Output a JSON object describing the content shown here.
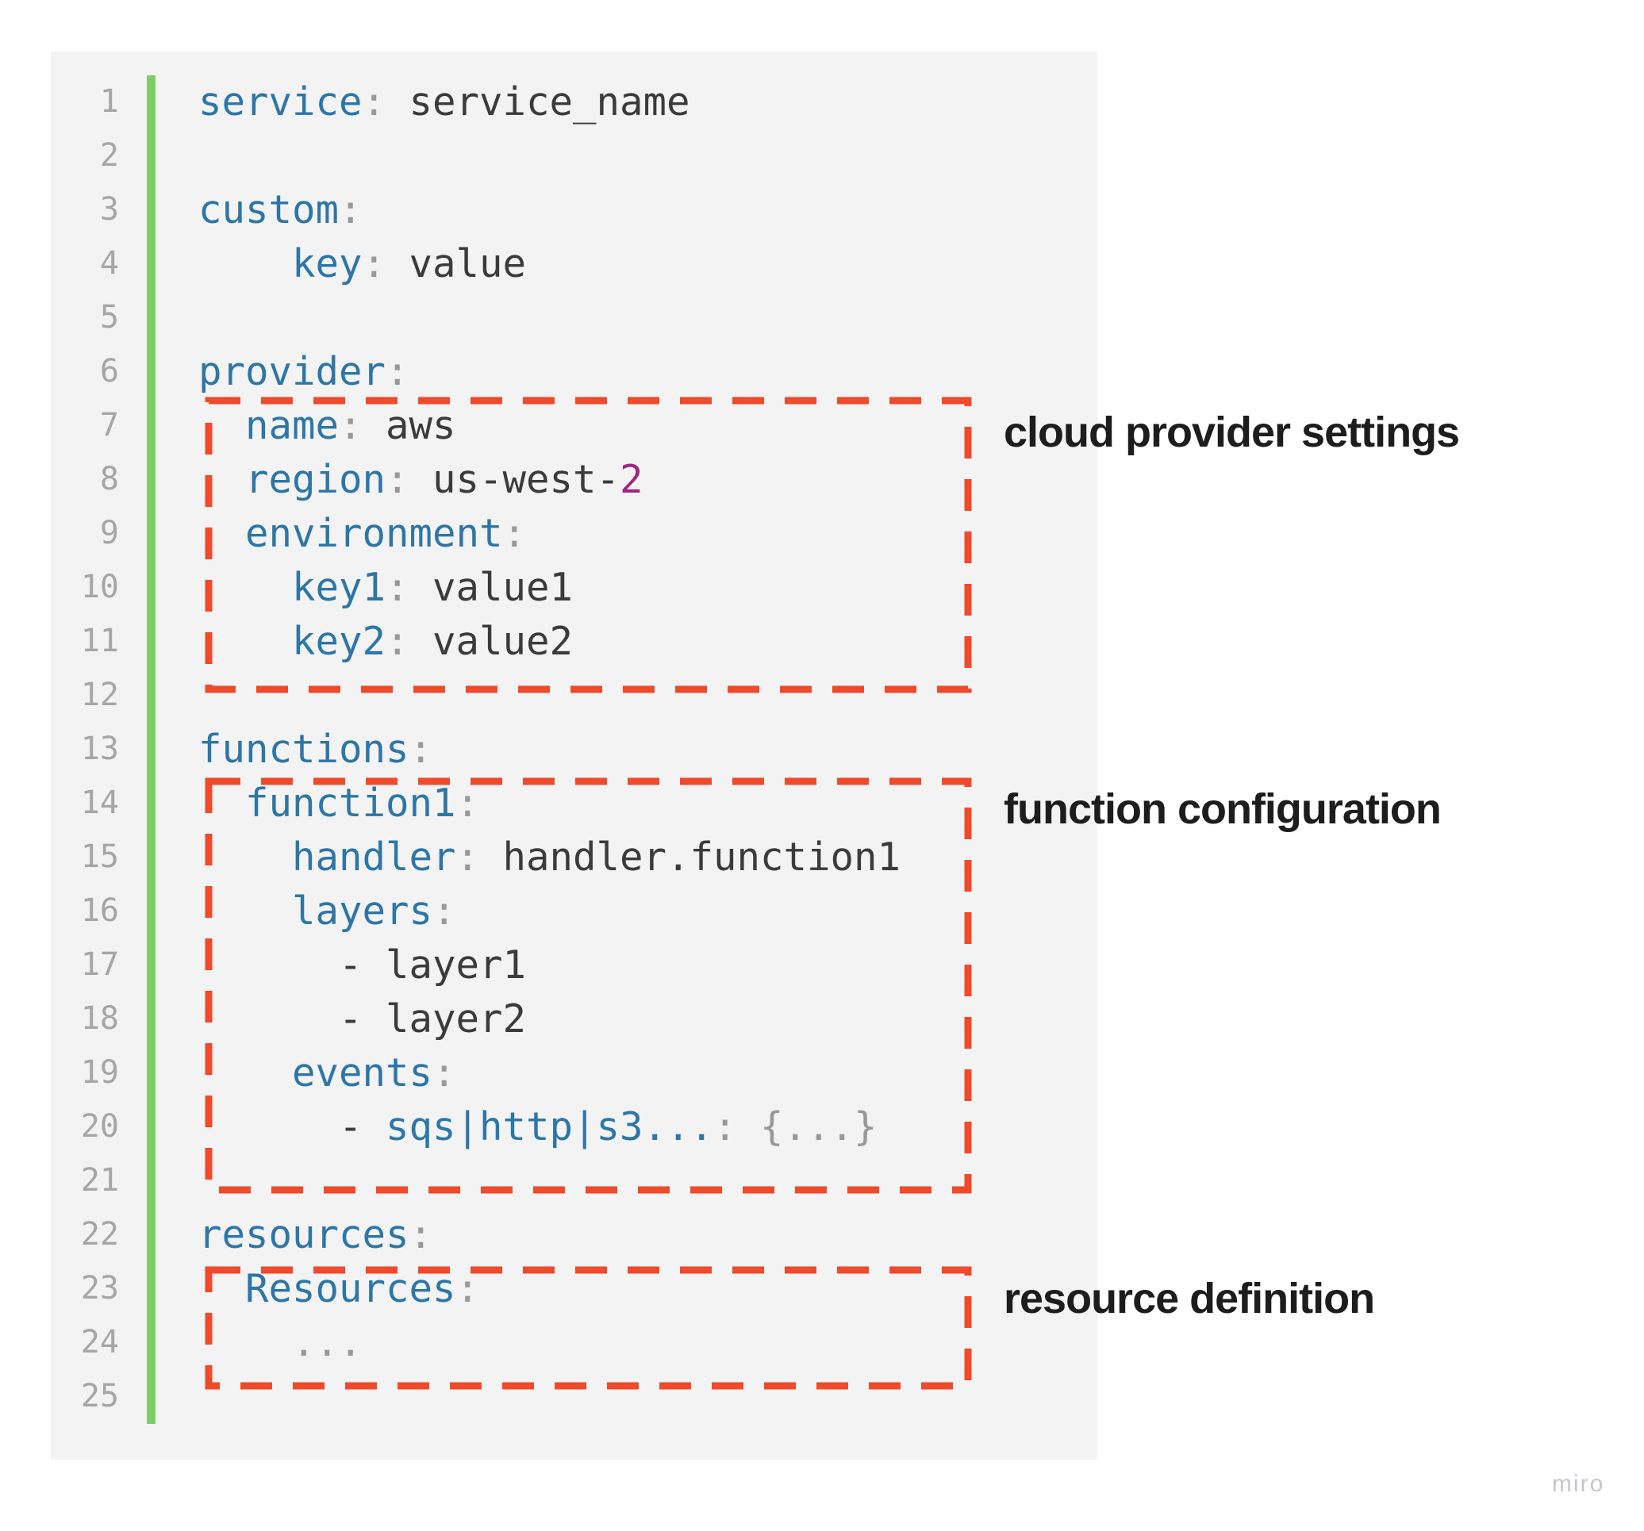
{
  "code": {
    "lines": [
      {
        "n": "1",
        "indent": 0,
        "tokens": [
          [
            "key",
            "service"
          ],
          [
            "punct",
            ": "
          ],
          [
            "val",
            "service_name"
          ]
        ]
      },
      {
        "n": "2",
        "indent": 0,
        "tokens": []
      },
      {
        "n": "3",
        "indent": 0,
        "tokens": [
          [
            "key",
            "custom"
          ],
          [
            "punct",
            ":"
          ]
        ]
      },
      {
        "n": "4",
        "indent": 4,
        "tokens": [
          [
            "key",
            "key"
          ],
          [
            "punct",
            ": "
          ],
          [
            "val",
            "value"
          ]
        ]
      },
      {
        "n": "5",
        "indent": 0,
        "tokens": []
      },
      {
        "n": "6",
        "indent": 0,
        "tokens": [
          [
            "key",
            "provider"
          ],
          [
            "punct",
            ":"
          ]
        ]
      },
      {
        "n": "7",
        "indent": 2,
        "tokens": [
          [
            "key",
            "name"
          ],
          [
            "punct",
            ": "
          ],
          [
            "val",
            "aws"
          ]
        ]
      },
      {
        "n": "8",
        "indent": 2,
        "tokens": [
          [
            "key",
            "region"
          ],
          [
            "punct",
            ": "
          ],
          [
            "val",
            "us-west-"
          ],
          [
            "num",
            "2"
          ]
        ]
      },
      {
        "n": "9",
        "indent": 2,
        "tokens": [
          [
            "key",
            "environment"
          ],
          [
            "punct",
            ":"
          ]
        ]
      },
      {
        "n": "10",
        "indent": 4,
        "tokens": [
          [
            "key",
            "key1"
          ],
          [
            "punct",
            ": "
          ],
          [
            "val",
            "value1"
          ]
        ]
      },
      {
        "n": "11",
        "indent": 4,
        "tokens": [
          [
            "key",
            "key2"
          ],
          [
            "punct",
            ": "
          ],
          [
            "val",
            "value2"
          ]
        ]
      },
      {
        "n": "12",
        "indent": 0,
        "tokens": []
      },
      {
        "n": "13",
        "indent": 0,
        "tokens": [
          [
            "key",
            "functions"
          ],
          [
            "punct",
            ":"
          ]
        ]
      },
      {
        "n": "14",
        "indent": 2,
        "tokens": [
          [
            "key",
            "function1"
          ],
          [
            "punct",
            ":"
          ]
        ]
      },
      {
        "n": "15",
        "indent": 4,
        "tokens": [
          [
            "key",
            "handler"
          ],
          [
            "punct",
            ": "
          ],
          [
            "val",
            "handler.function1"
          ]
        ]
      },
      {
        "n": "16",
        "indent": 4,
        "tokens": [
          [
            "key",
            "layers"
          ],
          [
            "punct",
            ":"
          ]
        ]
      },
      {
        "n": "17",
        "indent": 6,
        "tokens": [
          [
            "val",
            "- layer1"
          ]
        ]
      },
      {
        "n": "18",
        "indent": 6,
        "tokens": [
          [
            "val",
            "- layer2"
          ]
        ]
      },
      {
        "n": "19",
        "indent": 4,
        "tokens": [
          [
            "key",
            "events"
          ],
          [
            "punct",
            ":"
          ]
        ]
      },
      {
        "n": "20",
        "indent": 6,
        "tokens": [
          [
            "val",
            "- "
          ],
          [
            "key",
            "sqs|http|s3..."
          ],
          [
            "punct",
            ": {...}"
          ]
        ]
      },
      {
        "n": "21",
        "indent": 0,
        "tokens": []
      },
      {
        "n": "22",
        "indent": 0,
        "tokens": [
          [
            "key",
            "resources"
          ],
          [
            "punct",
            ":"
          ]
        ]
      },
      {
        "n": "23",
        "indent": 2,
        "tokens": [
          [
            "key",
            "Resources"
          ],
          [
            "punct",
            ":"
          ]
        ]
      },
      {
        "n": "24",
        "indent": 4,
        "tokens": [
          [
            "punct",
            "..."
          ]
        ]
      },
      {
        "n": "25",
        "indent": 0,
        "tokens": []
      }
    ]
  },
  "annotations": {
    "provider": "cloud provider settings",
    "functions": "function configuration",
    "resources": "resource definition"
  },
  "watermark": "miro",
  "colors": {
    "accent": "#ef4a2b",
    "panel_bg": "#f3f3f4",
    "key": "#2d76a7",
    "value": "#3b3b3b",
    "punct": "#999999",
    "number": "#a1277f",
    "line_number": "#a6a6a6",
    "gutter_bar": "#7ccf66",
    "annotation": "#1d1d1d",
    "watermark": "#c5c5d0"
  }
}
